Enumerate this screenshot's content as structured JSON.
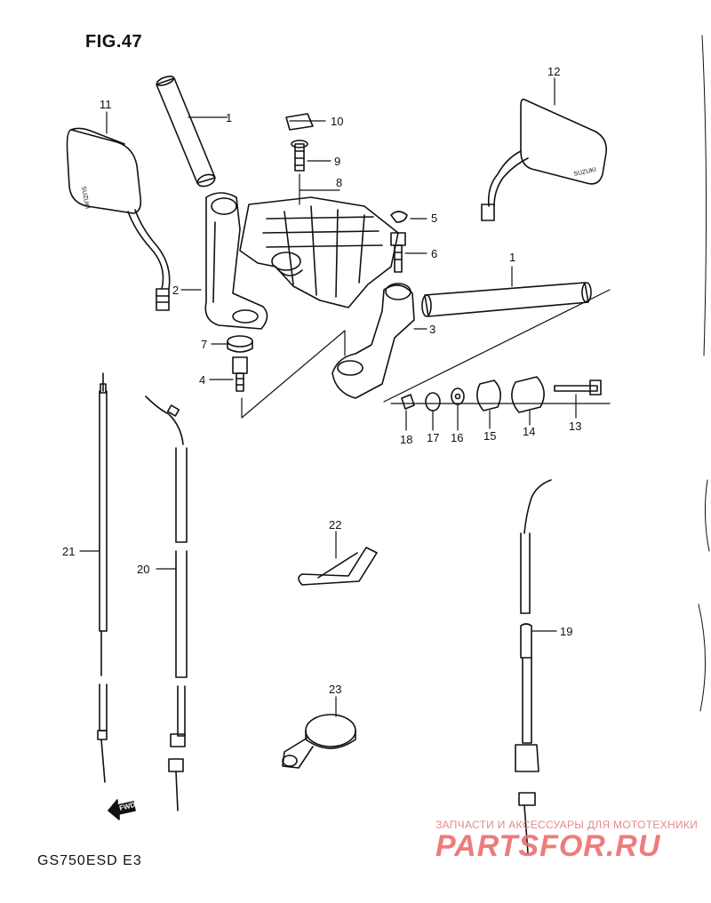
{
  "figure": {
    "title": "FIG.47",
    "model_code": "GS750ESD E3"
  },
  "callouts": [
    "1",
    "1",
    "2",
    "3",
    "4",
    "5",
    "6",
    "7",
    "8",
    "9",
    "10",
    "11",
    "12",
    "13",
    "14",
    "15",
    "16",
    "17",
    "18",
    "19",
    "20",
    "21",
    "22",
    "23"
  ],
  "forward_arrow_label": "FWD",
  "mirror_brand": "SUZUKI",
  "watermark": {
    "tagline": "ЗАПЧАСТИ И АКСЕССУАРЫ ДЛЯ МОТОТЕХНИКИ",
    "logo": "PARTSFOR.RU"
  }
}
